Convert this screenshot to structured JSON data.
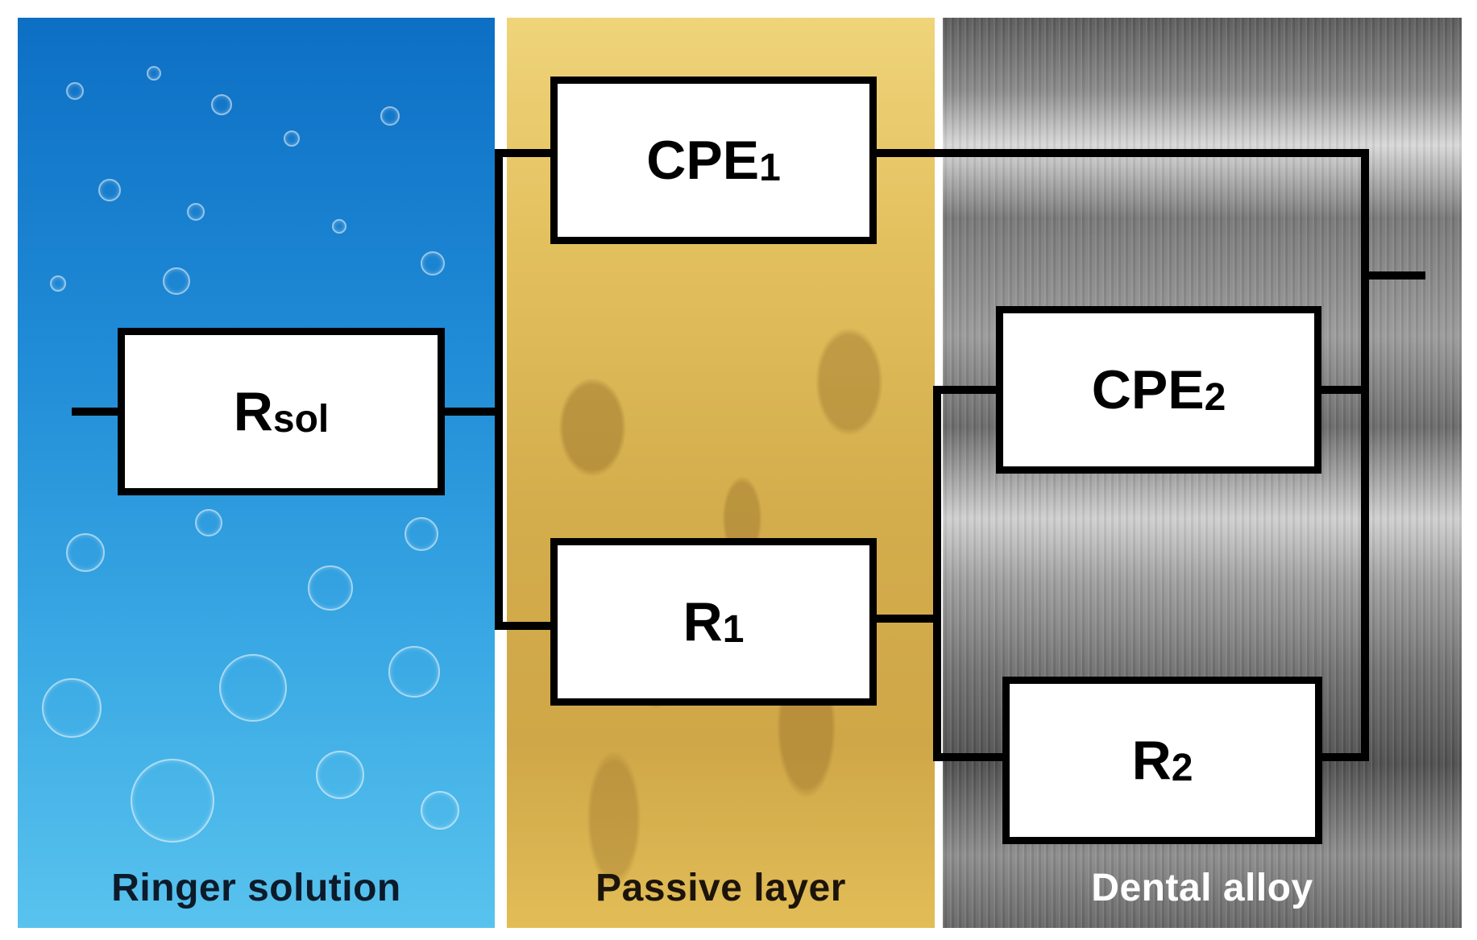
{
  "panels": {
    "solution_label": "Ringer solution",
    "passive_label": "Passive layer",
    "alloy_label": "Dental alloy"
  },
  "components": {
    "rsol": {
      "main": "R",
      "sub": "sol"
    },
    "cpe1": {
      "main": "CPE",
      "sub": "1"
    },
    "r1": {
      "main": "R",
      "sub": "1"
    },
    "cpe2": {
      "main": "CPE",
      "sub": "2"
    },
    "r2": {
      "main": "R",
      "sub": "2"
    }
  },
  "colors": {
    "solution_top": "#0d6fc4",
    "solution_bottom": "#59c3ee",
    "passive": "#d8b150",
    "alloy": "#8a8a8a",
    "wire": "#000000",
    "component_fill": "#ffffff"
  }
}
